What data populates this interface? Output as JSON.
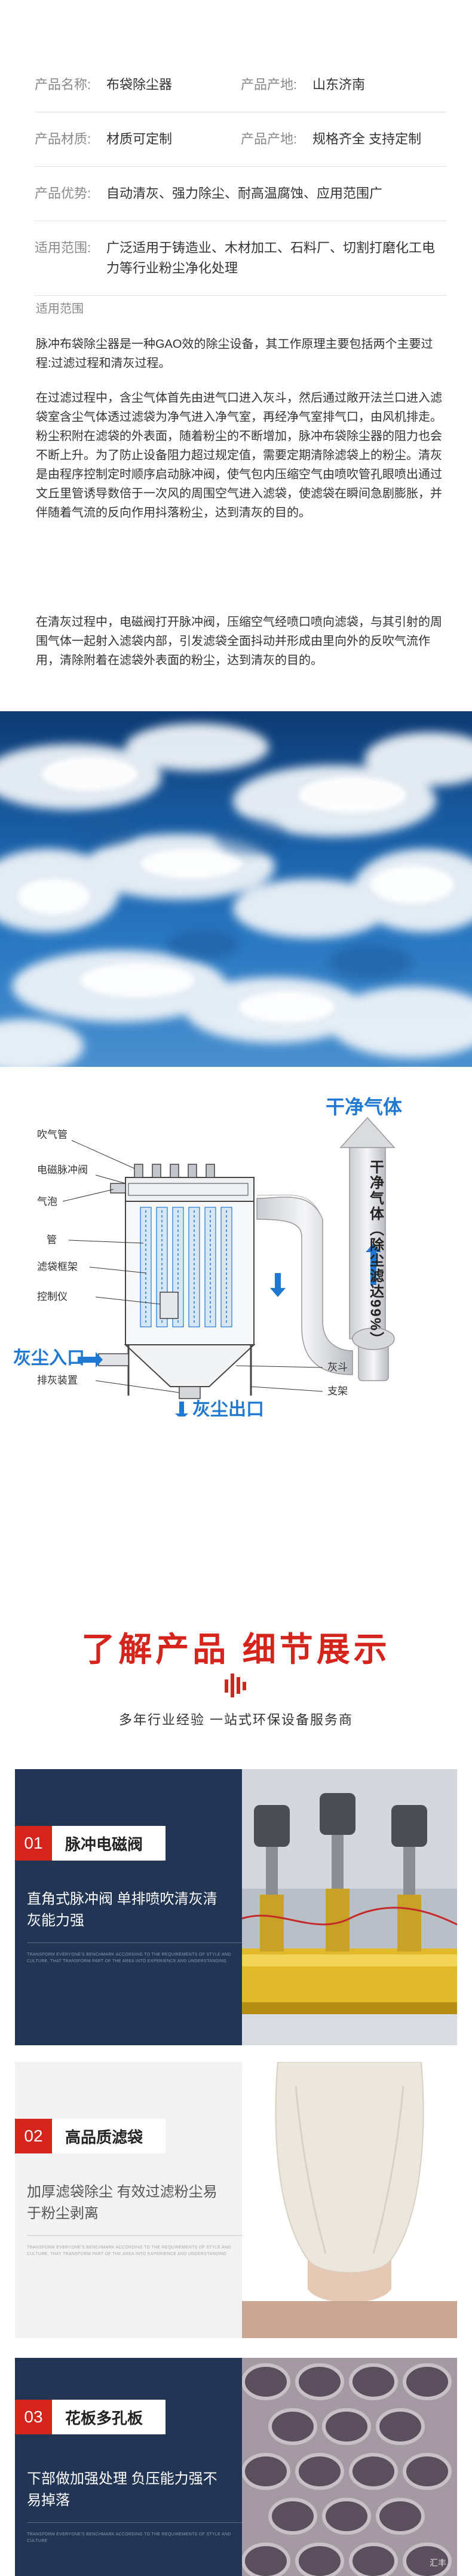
{
  "specs": {
    "product_name_label": "产品名称:",
    "product_name": "布袋除尘器",
    "origin_label": "产品产地:",
    "origin": "山东济南",
    "material_label": "产品材质:",
    "material": "材质可定制",
    "spec_label": "产品产地:",
    "spec": "规格齐全 支持定制",
    "advantage_label": "产品优势:",
    "advantage": "自动清灰、强力除尘、耐高温腐蚀、应用范围广",
    "scope_label": "适用范围:",
    "scope": "广泛适用于铸造业、木材加工、石料厂、切割打磨化工电力等行业粉尘净化处理"
  },
  "section_label": "适用范围",
  "paragraphs": [
    "脉冲布袋除尘器是一种GAO效的除尘设备，其工作原理主要包括两个主要过程:过滤过程和清灰过程。",
    "在过滤过程中，含尘气体首先由进气口进入灰斗，然后通过敞开法兰口进入滤袋室含尘气体透过滤袋为净气进入净气室，再经净气室排气口，由风机排走。粉尘积附在滤袋的外表面，随着粉尘的不断增加，脉冲布袋除尘器的阻力也会不断上升。为了防止设备阻力超过规定值，需要定期清除滤袋上的粉尘。清灰是由程序控制定时顺序启动脉冲阀，使气包内压缩空气由喷吹管孔眼喷出通过文丘里管诱导数倍于一次风的周围空气进入滤袋，使滤袋在瞬间急剧膨胀，并伴随着气流的反向作用抖落粉尘，达到清灰的目的。",
    "在清灰过程中，电磁阀打开脉冲阀，压缩空气经喷口喷向滤袋，与其引射的周围气体一起射入滤袋内部，引发滤袋全面抖动并形成由里向外的反吹气流作用，清除附着在滤袋外表面的粉尘，达到清灰的目的。"
  ],
  "diagram": {
    "clean_gas_title": "干净气体",
    "clean_gas_vertical": "干净气体（除尘滤达99%）",
    "labels": {
      "blow_pipe": "吹气管",
      "pulse_valve": "电磁脉冲阀",
      "air_bag": "气泡",
      "pipe": "管",
      "filter_frame": "滤袋框架",
      "controller": "控制仪",
      "discharge": "排灰装置",
      "hopper": "灰斗",
      "support": "支架"
    },
    "inlet": "灰尘入口",
    "outlet": "灰尘出口"
  },
  "heading": {
    "title": "了解产品  细节展示",
    "subtitle": "多年行业经验 一站式环保设备服务商"
  },
  "cards": [
    {
      "num": "01",
      "title": "脉冲电磁阀",
      "text": "直角式脉冲阀 单排喷吹清灰清灰能力强",
      "fine": "TRANSFORM EVERYONE'S BENCHMARK ACCORDING TO THE REQUIREMENTS OF STYLE AND CULTURE, THAT TRANSFORM PART OF THE AREA INTO EXPERIENCE AND UNDERSTANDING"
    },
    {
      "num": "02",
      "title": "高品质滤袋",
      "text": "加厚滤袋除尘 有效过滤粉尘易于粉尘剥离",
      "fine": "TRANSFORM EVERYONE'S BENCHMARK ACCORDING TO THE REQUIREMENTS OF STYLE AND CULTURE, THAT TRANSFORM PART OF THE AREA INTO EXPERIENCE AND UNDERSTANDING"
    },
    {
      "num": "03",
      "title": "花板多孔板",
      "text": "下部做加强处理 负压能力强不易掉落",
      "fine": "TRANSFORM EVERYONE'S BENCHMARK ACCORDING TO THE REQUIREMENTS OF STYLE AND CULTURE"
    }
  ],
  "colors": {
    "accent_red": "#d5241c",
    "card_navy": "#233554",
    "diagram_blue": "#1f78d1"
  },
  "watermark": "汇丰"
}
